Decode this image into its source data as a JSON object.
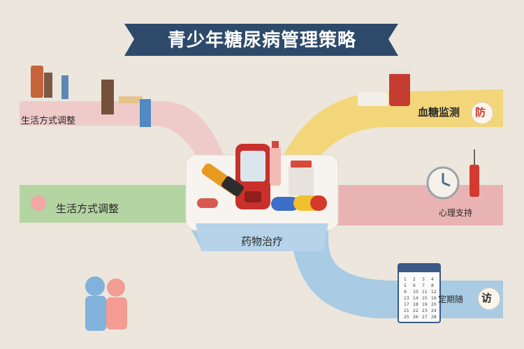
{
  "title": "青少年糖尿病管理策略",
  "center": {
    "label": "药物治疗"
  },
  "branches": {
    "lifestyle_top": {
      "label": "生活方式调整"
    },
    "lifestyle_band": {
      "label": "生活方式调整"
    },
    "glucose_monitoring": {
      "label": "血糖监测",
      "badge_char": "防"
    },
    "psychological_support": {
      "label": "心理支持"
    },
    "followup": {
      "label": "定期随",
      "badge_char": "访"
    }
  },
  "calendar": {
    "days": [
      "1",
      "2",
      "3",
      "4",
      "5",
      "6",
      "7",
      "8",
      "9",
      "10",
      "11",
      "12",
      "13",
      "14",
      "15",
      "16",
      "17",
      "18",
      "19",
      "20",
      "21",
      "22",
      "23",
      "24",
      "25",
      "26",
      "27",
      "28"
    ]
  },
  "colors": {
    "banner": "#2e4a6b",
    "pink_band": "#eec6c6",
    "green_band": "#b4d4a2",
    "yellow_band": "#f3d679",
    "red_band": "#e9b3b3",
    "blue_band": "#a9cbe3",
    "accent_red": "#c83a2e"
  }
}
